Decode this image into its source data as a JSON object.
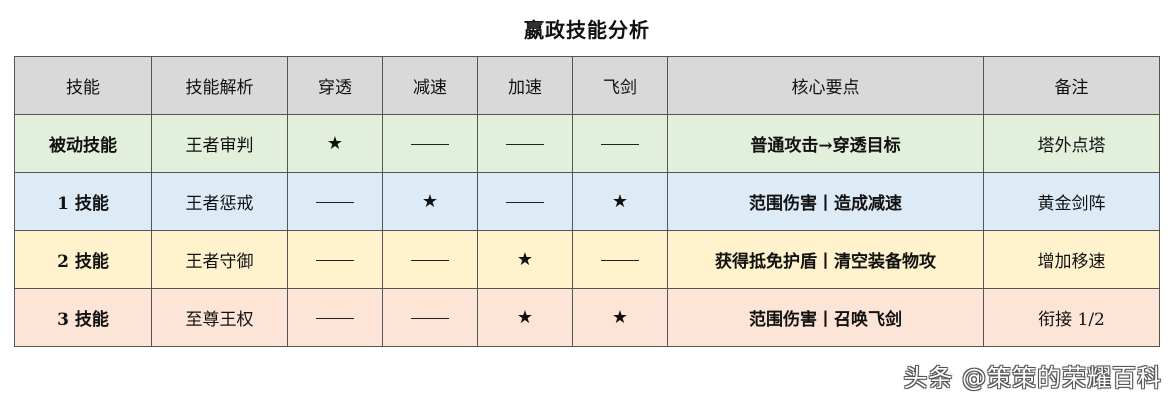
{
  "title": "嬴政技能分析",
  "columns": [
    "技能",
    "技能解析",
    "穿透",
    "减速",
    "加速",
    "飞剑",
    "核心要点",
    "备注"
  ],
  "rows": [
    {
      "skill": "被动技能",
      "name": "王者审判",
      "pierce": "★",
      "slow": "",
      "speed": "",
      "sword": "",
      "key": "普通攻击→穿透目标",
      "note": "塔外点塔",
      "bg": "#e2efda"
    },
    {
      "skill": "1 技能",
      "name": "王者惩戒",
      "pierce": "",
      "slow": "★",
      "speed": "",
      "sword": "★",
      "key": "范围伤害丨造成减速",
      "note": "黄金剑阵",
      "bg": "#ddebf7"
    },
    {
      "skill": "2 技能",
      "name": "王者守御",
      "pierce": "",
      "slow": "",
      "speed": "★",
      "sword": "",
      "key": "获得抵免护盾丨清空装备物攻",
      "note": "增加移速",
      "bg": "#fff2cc"
    },
    {
      "skill": "3 技能",
      "name": "至尊王权",
      "pierce": "",
      "slow": "",
      "speed": "★",
      "sword": "★",
      "key": "范围伤害丨召唤飞剑",
      "note": "衔接 1/2",
      "bg": "#fce4d6"
    }
  ],
  "colors": {
    "header_bg": "#d9d9d9",
    "border": "#555555"
  },
  "watermark": "头条 @策策的荣耀百科"
}
